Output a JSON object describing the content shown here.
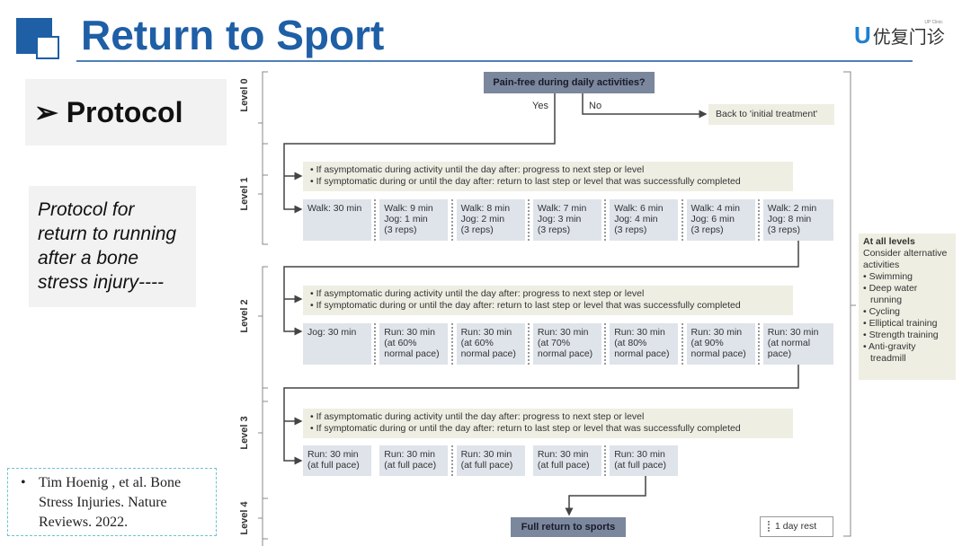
{
  "header": {
    "title": "Return to Sport",
    "logo_text": "优复门诊",
    "logo_small": "UP Clinic"
  },
  "left": {
    "protocol": "Protocol",
    "description": "Protocol for return to running after a bone stress injury----",
    "citation": "Tim Hoenig , et al. Bone Stress Injuries. Nature Reviews. 2022."
  },
  "levels": [
    "Level 0",
    "Level 1",
    "Level 2",
    "Level 3",
    "Level 4"
  ],
  "question": "Pain-free during daily activities?",
  "yes": "Yes",
  "no": "No",
  "back": "Back to 'initial treatment'",
  "notes": [
    "• If asymptomatic during activity until the day after: progress to next step or level",
    "• If symptomatic during or until the day after: return to last step or level that was successfully completed"
  ],
  "level1_steps": [
    "Walk: 30 min",
    "Walk: 9 min\nJog: 1 min\n(3 reps)",
    "Walk: 8 min\nJog: 2 min\n(3 reps)",
    "Walk: 7 min\nJog: 3 min\n(3 reps)",
    "Walk: 6 min\nJog: 4 min\n(3 reps)",
    "Walk: 4 min\nJog: 6 min\n(3 reps)",
    "Walk: 2 min\nJog: 8 min\n(3 reps)"
  ],
  "level2_steps": [
    "Jog: 30 min",
    "Run: 30 min\n(at 60%\nnormal pace)",
    "Run: 30 min\n(at 60%\nnormal pace)",
    "Run: 30 min\n(at 70%\nnormal pace)",
    "Run: 30 min\n(at 80%\nnormal pace)",
    "Run: 30 min\n(at 90%\nnormal pace)",
    "Run: 30 min\n(at normal\npace)"
  ],
  "level3_steps": [
    "Run: 30 min\n(at full pace)",
    "Run: 30 min\n(at full pace)",
    "Run: 30 min\n(at full pace)",
    "Run: 30 min\n(at full pace)",
    "Run: 30 min\n(at full pace)"
  ],
  "final": "Full return to sports",
  "legend": "1 day rest",
  "all_levels": {
    "title": "At all levels",
    "intro": "Consider alternative activities",
    "items": [
      "Swimming",
      "Deep water running",
      "Cycling",
      "Elliptical training",
      "Strength training",
      "Anti-gravity treadmill"
    ]
  }
}
